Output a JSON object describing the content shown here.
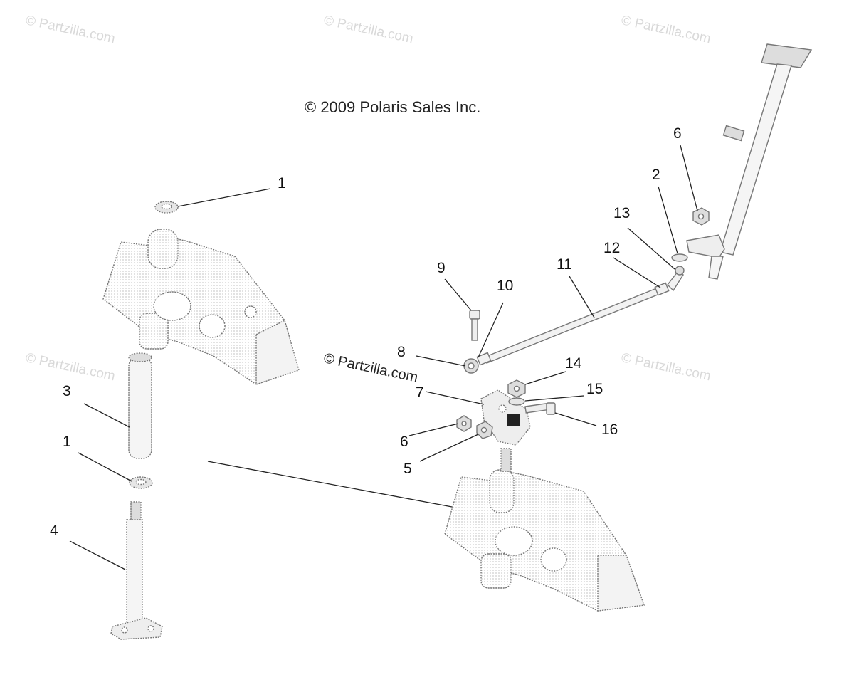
{
  "copyright": "© 2009 Polaris Sales Inc.",
  "watermarks": [
    "© Partzilla.com",
    "© Partzilla.com",
    "© Partzilla.com",
    "© Partzilla.com",
    "© Partzilla.com",
    "© Partzilla.com"
  ],
  "callouts": {
    "c1a": "1",
    "c1b": "1",
    "c2": "2",
    "c3": "3",
    "c4": "4",
    "c5": "5",
    "c6a": "6",
    "c6b": "6",
    "c7": "7",
    "c8": "8",
    "c9": "9",
    "c10": "10",
    "c11": "11",
    "c12": "12",
    "c13": "13",
    "c14": "14",
    "c15": "15",
    "c16": "16"
  }
}
